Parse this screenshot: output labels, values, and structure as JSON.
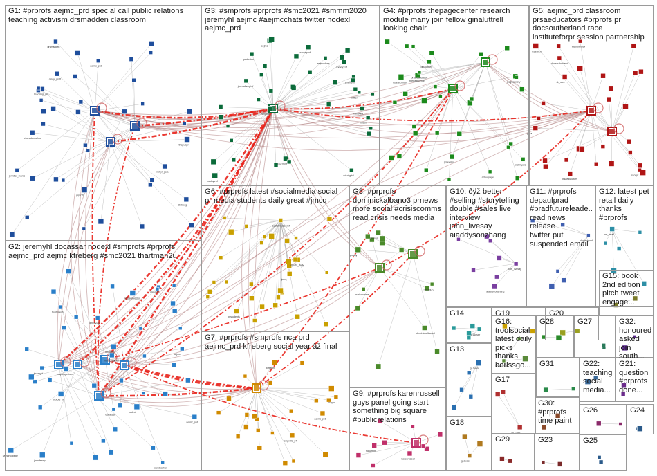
{
  "groups": [
    {
      "id": "G1",
      "label": "G1: #prprofs aejmc_prd special call public relations\nteaching activism drsmadden classroom",
      "color": "#1f4e9c"
    },
    {
      "id": "G2",
      "label": "G2: jeremyhl docassar nodexl #smprofs #prprofs\naejmc_prd aejmc kfreberg #smc2021 thartman2u",
      "color": "#2a7fc9"
    },
    {
      "id": "G3",
      "label": "G3: #smprofs #prprofs #smc2021 #smmm2020\njeremyhl aejmc #aejmcchats twitter nodexl\naejmc_prd",
      "color": "#0b6b3a"
    },
    {
      "id": "G4",
      "label": "G4: #prprofs thepagecenter research\nmodule many join fellow ginaluttrell\nlooking chair",
      "color": "#1c8a1c"
    },
    {
      "id": "G5",
      "label": "G5: aejmc_prd classroom\nprsaeducators #prprofs pr\ndocsoutherland race\ninstituteforpr session partnership",
      "color": "#b01515"
    },
    {
      "id": "G6",
      "label": "G6: #prprofs latest #socialmedia social\npr media students daily great #jmcq",
      "color": "#c9a000"
    },
    {
      "id": "G7",
      "label": "G7: #prprofs #smprofs nca prd\naejmc_prd kfreberg social year âž final",
      "color": "#d08a00"
    },
    {
      "id": "G8",
      "label": "G8: #prprofs\ndominickalbano3 prnews\nmore social #crisiscomms\nread crisis needs media",
      "color": "#4a8a2a"
    },
    {
      "id": "G9",
      "label": "G9: #prprofs karenrussell\nguys panel going start\nsomething big square\n#publicrelations",
      "color": "#c0306a"
    },
    {
      "id": "G10",
      "label": "G10: ðÿž better\n#selling #storytelling\ndouble #sales live\ninterview\njohn_livesay\naiaddysonzhang",
      "color": "#7a3fa0"
    },
    {
      "id": "G11",
      "label": "G11: #prprofs\ndepaulprad\n#pradfutureleade...\nread news release\ntwitter put\nsuspended email",
      "color": "#3f5fb0"
    },
    {
      "id": "G12",
      "label": "G12: latest pet\nretail daily\nthanks #prprofs",
      "color": "#2e8fa6"
    },
    {
      "id": "G13",
      "label": "G13",
      "color": "#2a6fb0"
    },
    {
      "id": "G14",
      "label": "G14",
      "color": "#2a9a9a"
    },
    {
      "id": "G15",
      "label": "G15: book\n2nd edition\npitch tweet\nengage...",
      "color": "#7a7a2a"
    },
    {
      "id": "G16",
      "label": "G16:\ntroolsocial\nlatest daily\npicks\nthanks\nborissgo...",
      "color": "#5a8a3a"
    },
    {
      "id": "G17",
      "label": "G17",
      "color": "#b03030"
    },
    {
      "id": "G18",
      "label": "G18",
      "color": "#b07a20"
    },
    {
      "id": "G19",
      "label": "G19",
      "color": "#c9a000"
    },
    {
      "id": "G20",
      "label": "G20",
      "color": "#9aa020"
    },
    {
      "id": "G21",
      "label": "G21:\nquestion\n#prprofs\ndone...",
      "color": "#6a2a8a"
    },
    {
      "id": "G22",
      "label": "G22:\nteaching\nsocial\nmedia...",
      "color": "#3a6a9a"
    },
    {
      "id": "G23",
      "label": "G23",
      "color": "#7a2a2a"
    },
    {
      "id": "G24",
      "label": "G24",
      "color": "#2a5a8a"
    },
    {
      "id": "G25",
      "label": "G25",
      "color": "#2a5a8a"
    },
    {
      "id": "G26",
      "label": "G26",
      "color": "#8a2a6a"
    },
    {
      "id": "G27",
      "label": "G27",
      "color": "#2a7a5a"
    },
    {
      "id": "G28",
      "label": "G28",
      "color": "#2a8a2a"
    },
    {
      "id": "G29",
      "label": "G29",
      "color": "#8a2a2a"
    },
    {
      "id": "G30",
      "label": "G30:\n#prprofs\ntime paint",
      "color": "#8a4a2a"
    },
    {
      "id": "G31",
      "label": "G31",
      "color": "#2a8a4a"
    },
    {
      "id": "G32",
      "label": "G32:\nhonoured\nasked join\nsouth...",
      "color": "#5a2a8a"
    }
  ],
  "colors": {
    "background": "#ffffff",
    "border": "#9a9a9a",
    "edge": "#b08080",
    "thin_edge": "#a8a8a8",
    "highlight_edge": "#e8241c",
    "label": "#1a1a1a"
  },
  "node_labels": {
    "G1": [
      "jennifer_manis",
      "dinbeeg",
      "prprofs",
      "nehyl_gala",
      "eberedonnahoo",
      "drsmadden",
      "aejmc_prd",
      "thepubpr",
      "teaching_prd",
      "cindy_pratt"
    ],
    "G2": [
      "jeremyhl",
      "thartman2u",
      "docassar",
      "aejmc",
      "kfreberg",
      "nodexl",
      "aejmc_prd",
      "prprofs_tw",
      "smprofs",
      "sandrashan",
      "aspiringcomm",
      "camoncollege",
      "drfreberg",
      "jenniferwp",
      "profacmakuta",
      "micakelwalzer"
    ],
    "G3": [
      "jeremyhl",
      "aejmc",
      "smc2021",
      "twitter",
      "nodexl",
      "smprofs",
      "mediaprof",
      "aejmcchats",
      "journalismprof",
      "socialprof",
      "edudigital",
      "commprof",
      "mklwoldt",
      "profbates"
    ],
    "G4": [
      "thepagecenter",
      "ginaluttrell",
      "prsafoundation",
      "pagesociety",
      "prnewser",
      "profmyers",
      "researchhub",
      "arthurpage"
    ],
    "G5": [
      "prsaeducators",
      "docsoutherland",
      "instituteforpr",
      "prsa",
      "ipr_research",
      "dr_race",
      "racepr"
    ],
    "G6": [
      "socialmediaprof",
      "prprofs_daily",
      "jmcq",
      "prstudents"
    ],
    "G7": [
      "kfreberg",
      "ncaprd",
      "smprofs_g7",
      "aejmc_prd"
    ],
    "G8": [
      "dominickalbano3",
      "prnews",
      "crisiscomms",
      "prdaily",
      "mediapro"
    ],
    "G9": [
      "karenrussell",
      "squarepr"
    ],
    "G10": [
      "john_livesay",
      "aiaddysonzhang"
    ],
    "G11": [
      "depaulprad"
    ],
    "G12": [
      "pet_retail"
    ],
    "G13": [
      "g13user"
    ],
    "G14": [
      "g14user"
    ],
    "G16": [
      "troolsocial"
    ],
    "G17": [
      "g17user"
    ],
    "G18": [
      "g18user"
    ]
  },
  "hubs": {
    "G1": [
      "prprofs",
      "drsmadden",
      "aejmc_prd"
    ],
    "G2": [
      "jeremyhl",
      "thartman2u",
      "docassar",
      "kfreberg",
      "nodexl"
    ],
    "G3": [
      "smprofs"
    ],
    "G4": [
      "thepagecenter",
      "ginaluttrell"
    ],
    "G5": [
      "prsaeducators",
      "docsoutherland"
    ],
    "G7": [
      "kfreberg"
    ],
    "G8": [
      "dominickalbano3",
      "prnews"
    ],
    "G9": [
      "karenrussell"
    ]
  }
}
